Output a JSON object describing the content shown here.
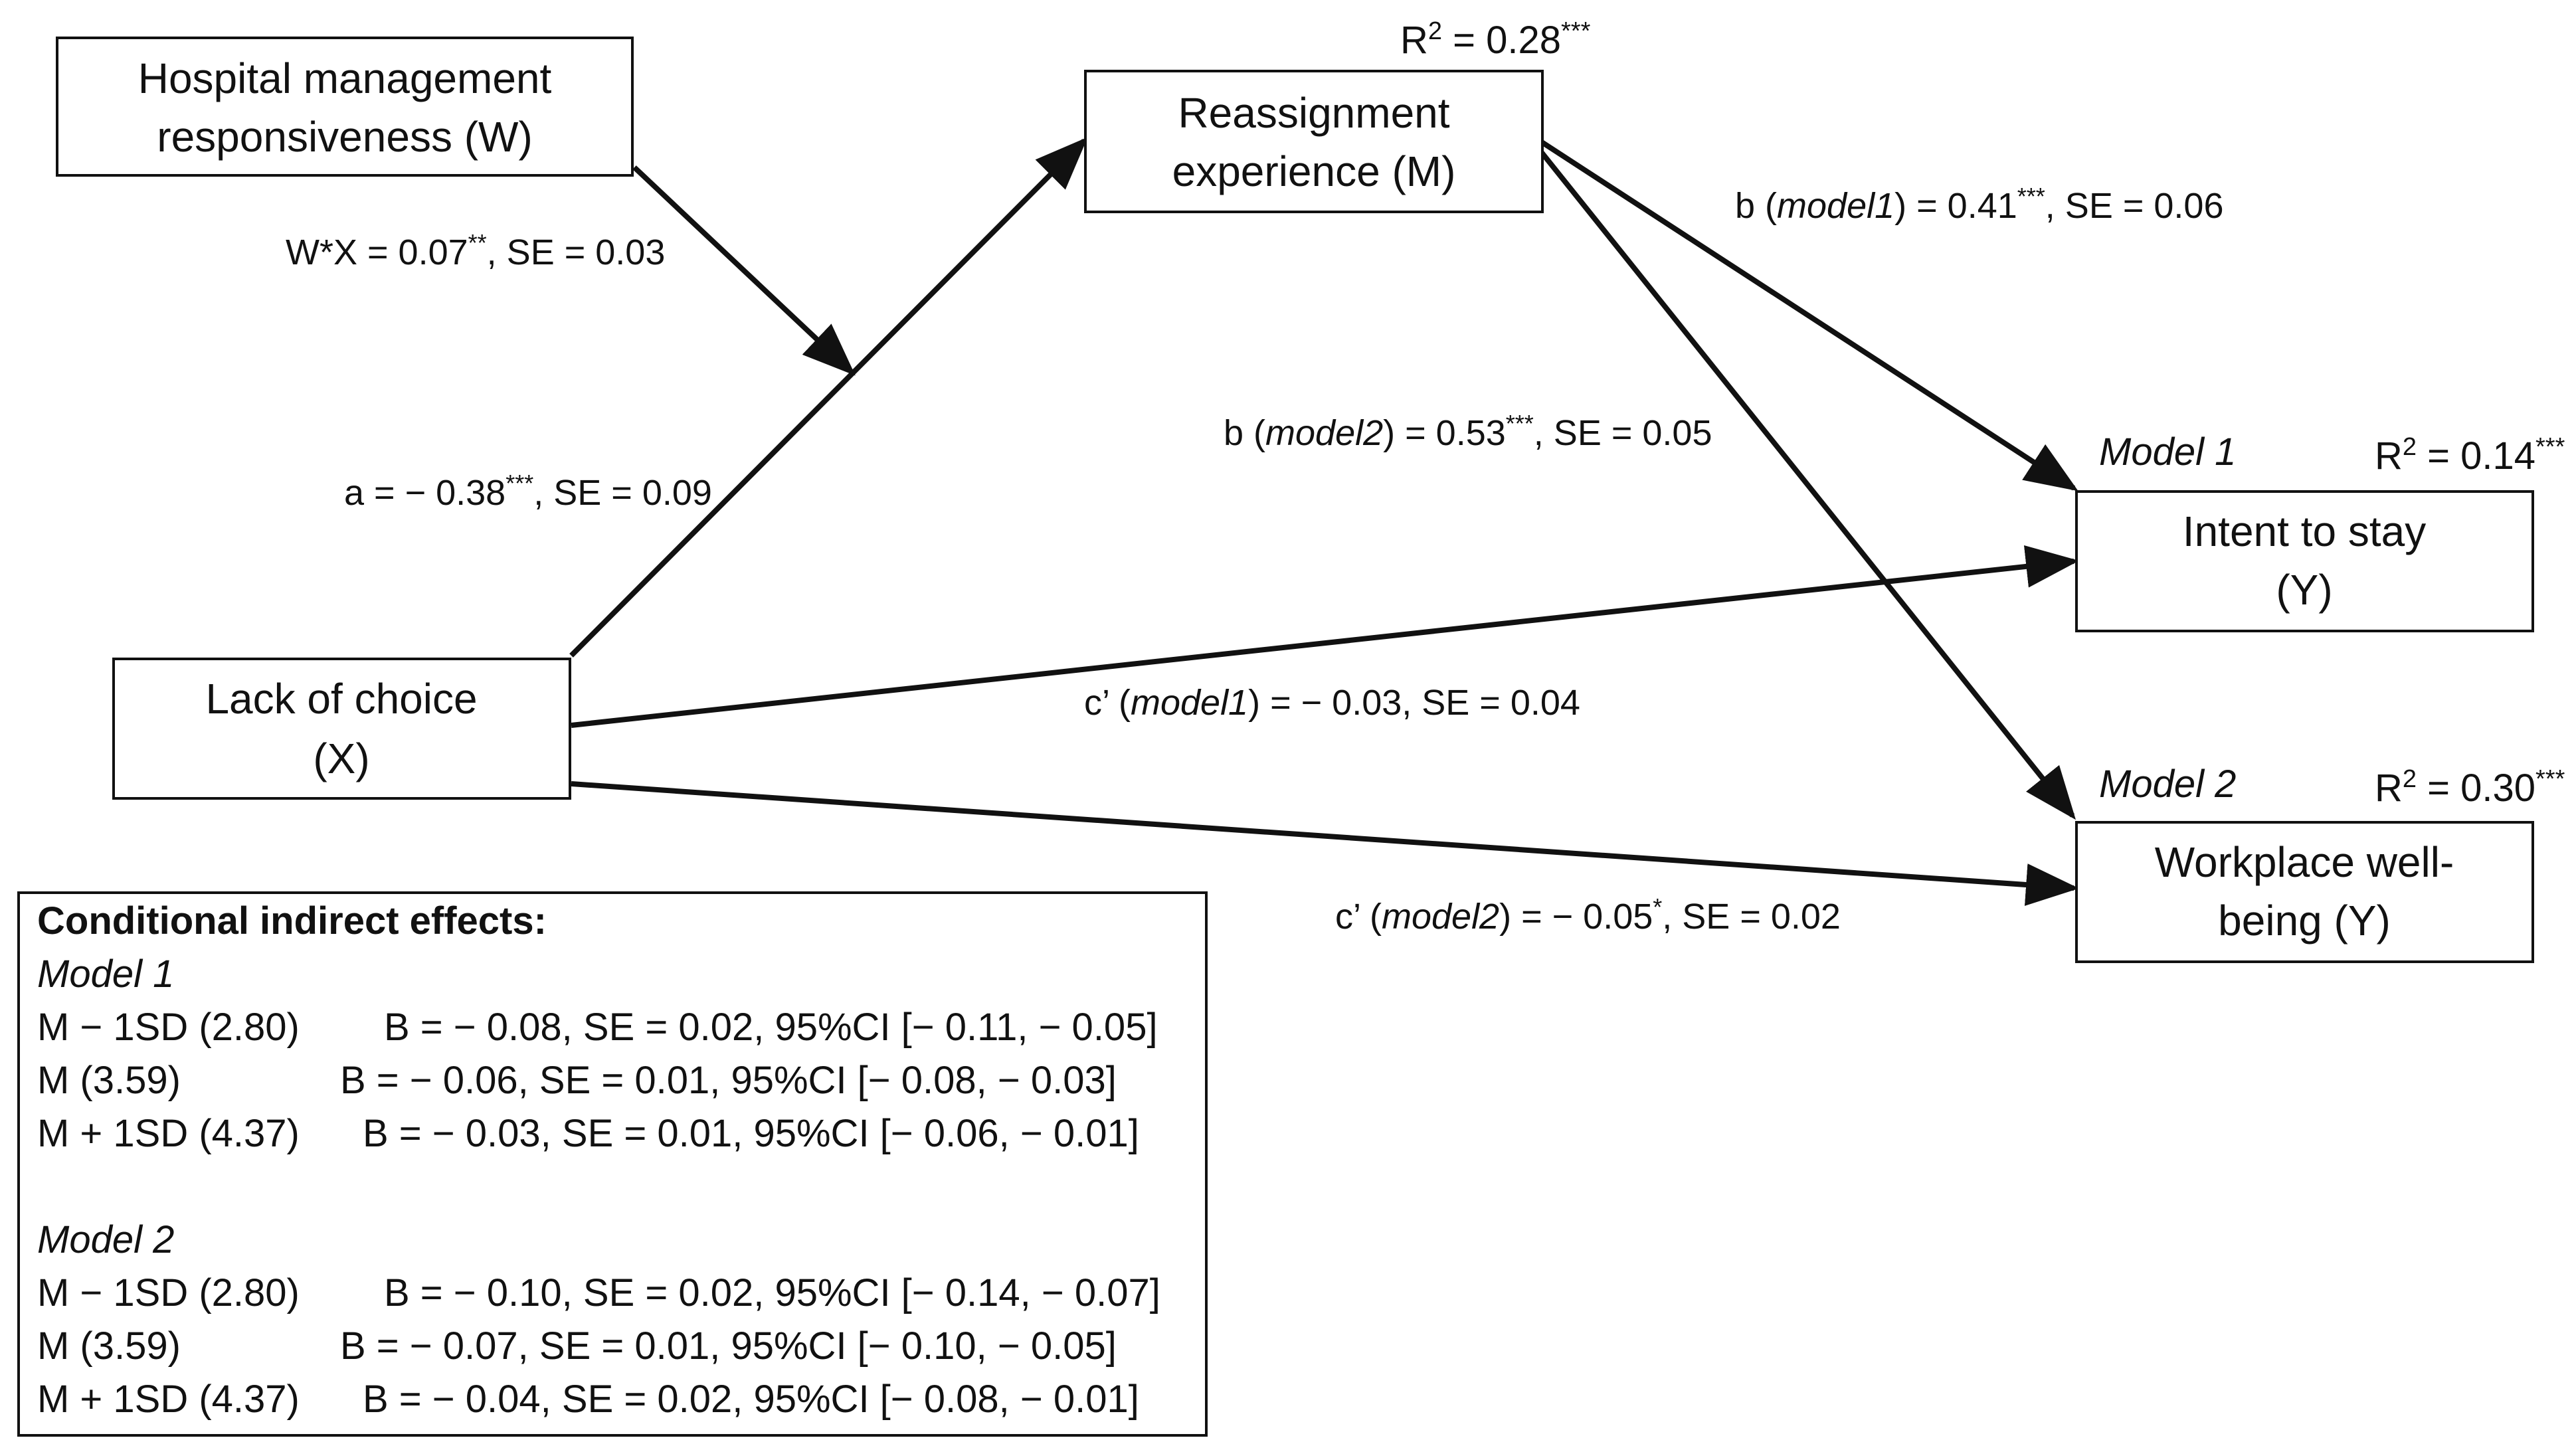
{
  "nodes": {
    "w": {
      "line1": "Hospital management",
      "line2": "responsiveness (W)"
    },
    "m": {
      "line1": "Reassignment",
      "line2": "experience (M)"
    },
    "x": {
      "line1": "Lack of choice",
      "line2": "(X)"
    },
    "y1": {
      "line1": "Intent to stay",
      "line2": "(Y)"
    },
    "y2": {
      "line1": "Workplace well-",
      "line2": "being (Y)"
    }
  },
  "r_squared": {
    "m": {
      "prefix": "R",
      "sup": "2",
      "text": " = 0.28",
      "stars": "***"
    },
    "y1": {
      "prefix": "R",
      "sup": "2",
      "text": " = 0.14",
      "stars": "***"
    },
    "y2": {
      "prefix": "R",
      "sup": "2",
      "text": " = 0.30",
      "stars": "***"
    }
  },
  "model_tags": {
    "y1": "Model 1",
    "y2": "Model 2"
  },
  "paths": {
    "wx": {
      "pre": "W*X = 0.07",
      "stars": "**",
      "post": ", SE = 0.03"
    },
    "a": {
      "pre": "a = − 0.38",
      "stars": "***",
      "post": ", SE = 0.09"
    },
    "b1": {
      "pre": "b (",
      "model": "model1",
      "mid": ") = 0.41",
      "stars": "***",
      "post": ", SE = 0.06"
    },
    "b2": {
      "pre": "b (",
      "model": "model2",
      "mid": ") = 0.53",
      "stars": "***",
      "post": ", SE = 0.05"
    },
    "c1": {
      "pre": "c’ (",
      "model": "model1",
      "mid": ") = − 0.03, SE = 0.04"
    },
    "c2": {
      "pre": "c’ (",
      "model": "model2",
      "mid": ") = − 0.05",
      "stars": "*",
      "post": ", SE = 0.02"
    }
  },
  "panel": {
    "title": "Conditional indirect effects:",
    "model1": {
      "label": "Model 1",
      "rows": [
        {
          "level": "M − 1SD (2.80)",
          "stats": "B = − 0.08, SE = 0.02, 95%CI [− 0.11, − 0.05]"
        },
        {
          "level": "M (3.59)",
          "stats": "B = − 0.06, SE = 0.01, 95%CI [− 0.08, − 0.03]"
        },
        {
          "level": "M + 1SD (4.37)",
          "stats": "B = − 0.03, SE = 0.01, 95%CI [− 0.06, − 0.01]"
        }
      ]
    },
    "model2": {
      "label": "Model 2",
      "rows": [
        {
          "level": "M − 1SD (2.80)",
          "stats": "B = − 0.10, SE = 0.02, 95%CI [− 0.14, − 0.07]"
        },
        {
          "level": "M (3.59)",
          "stats": "B = − 0.07, SE = 0.01, 95%CI [− 0.10, − 0.05]"
        },
        {
          "level": "M + 1SD (4.37)",
          "stats": "B = − 0.04, SE = 0.02, 95%CI [− 0.08, − 0.01]"
        }
      ]
    }
  }
}
